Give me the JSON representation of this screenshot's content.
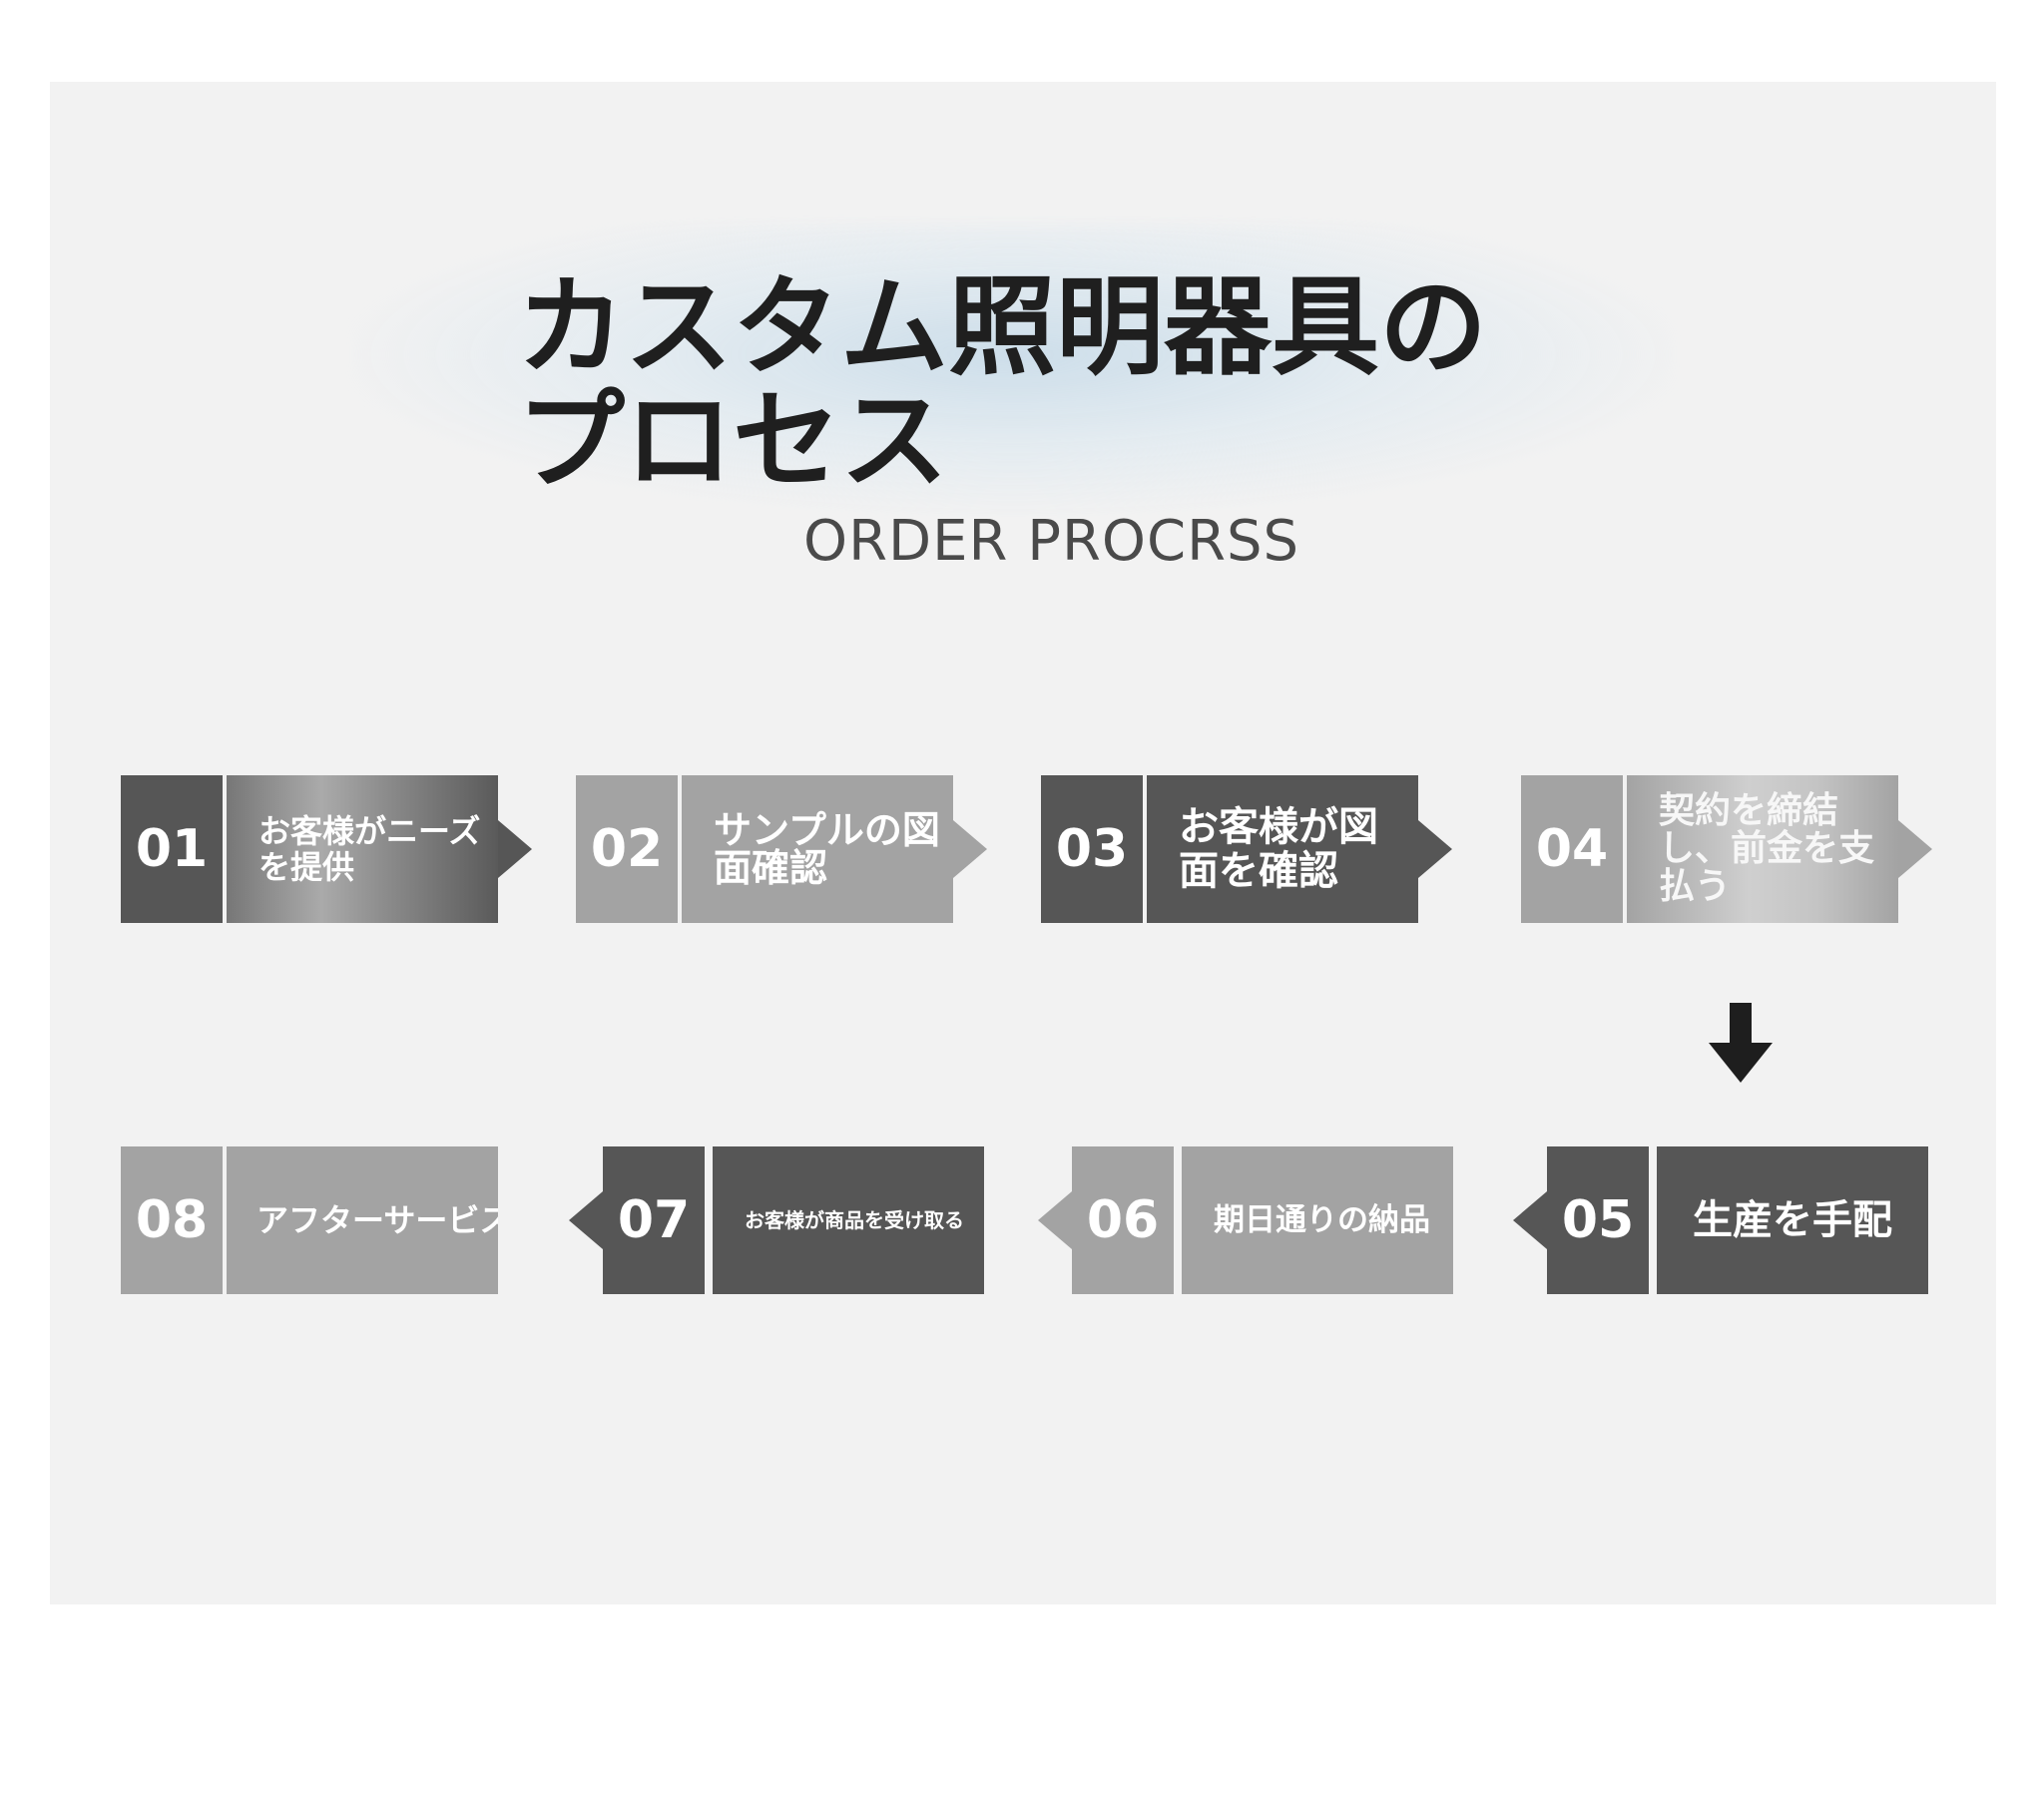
{
  "title": "カスタム照明器具のプロセス",
  "subtitle": "ORDER PROCRSS",
  "steps": [
    {
      "number": "01",
      "label": "お客様がニーズを提供"
    },
    {
      "number": "02",
      "label": "サンプルの図面確認"
    },
    {
      "number": "03",
      "label": "お客様が図面を確認"
    },
    {
      "number": "04",
      "label": "契約を締結し、前金を支払う"
    },
    {
      "number": "05",
      "label": "生産を手配"
    },
    {
      "number": "06",
      "label": "期日通りの納品"
    },
    {
      "number": "07",
      "label": "お客様が商品を受け取る"
    },
    {
      "number": "08",
      "label": "アフターサービス"
    }
  ],
  "icons": {
    "down_arrow": "arrow-down-icon"
  }
}
